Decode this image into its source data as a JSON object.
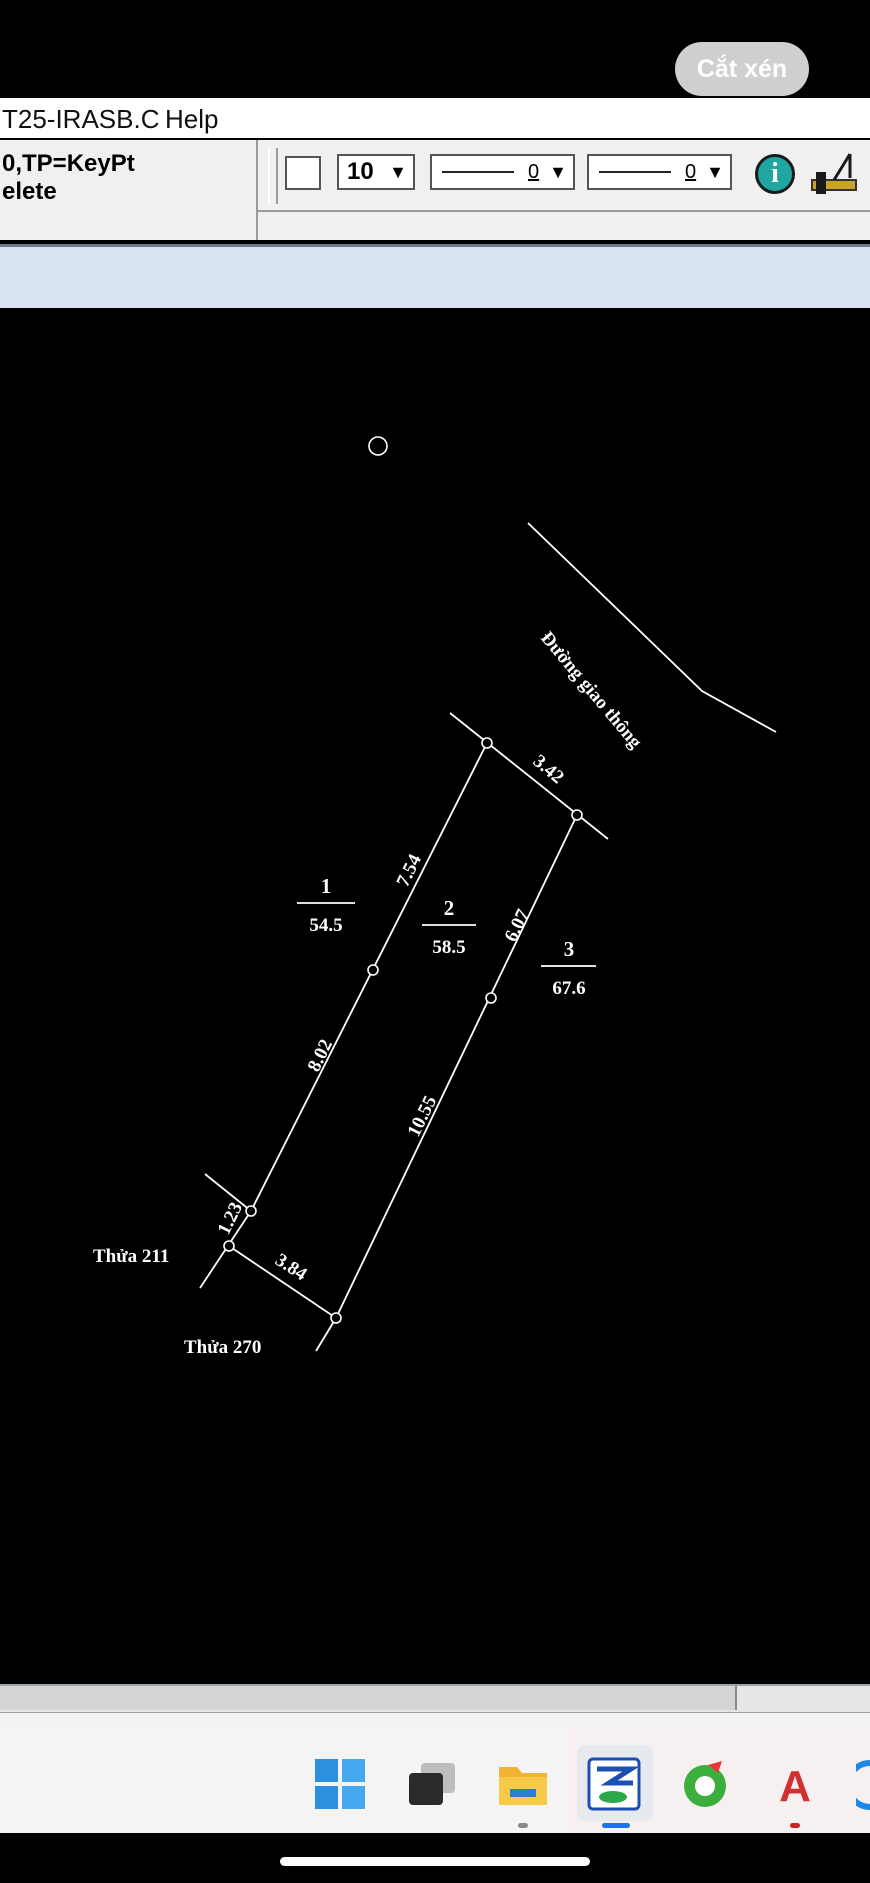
{
  "crop_button": {
    "label": "Cắt xén"
  },
  "menubar": {
    "file_label": "T25-IRASB.C",
    "help_label": "Help"
  },
  "command": {
    "line1": "0,TP=KeyPt",
    "line2": "elete"
  },
  "toolbar": {
    "color_swatch": "#ffffff",
    "size_value": "10",
    "style1_value": "0",
    "style2_value": "0",
    "icons": [
      "info-icon",
      "measure-icon"
    ]
  },
  "drawing": {
    "road_label": "Đường giao thông",
    "parcels": [
      {
        "number": "1",
        "area": "54.5"
      },
      {
        "number": "2",
        "area": "58.5"
      },
      {
        "number": "3",
        "area": "67.6"
      }
    ],
    "edge_lengths": [
      "3.42",
      "7.54",
      "6.07",
      "8.02",
      "10.55",
      "1.23",
      "3.84"
    ],
    "neighbor_labels": [
      "Thửa 211",
      "Thửa 270"
    ],
    "line_color": "#ffffff",
    "background_color": "#000000"
  },
  "taskbar": {
    "apps": [
      "windows-start-icon",
      "task-view-icon",
      "file-explorer-icon",
      "cad-app-icon",
      "green-app-icon",
      "acrobat-icon",
      "edge-browser-icon"
    ],
    "acrobat_letter": "A"
  }
}
